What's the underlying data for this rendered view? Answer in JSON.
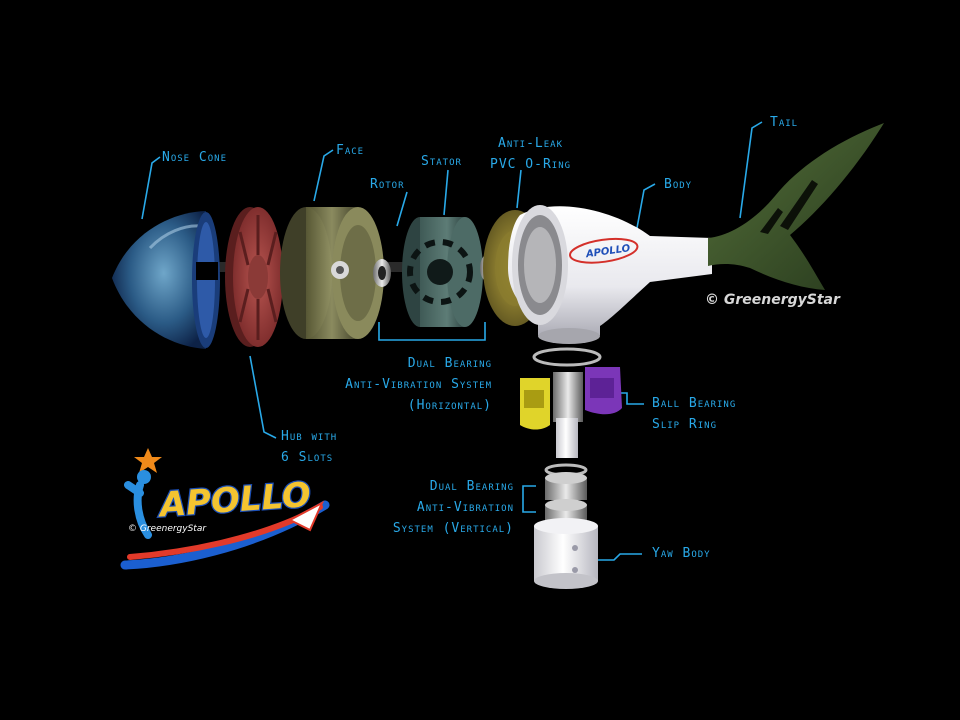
{
  "labels": {
    "nose_cone": "Nose Cone",
    "face": "Face",
    "rotor": "Rotor",
    "stator": "Stator",
    "anti_leak": [
      "Anti-Leak",
      "PVC O-Ring"
    ],
    "body": "Body",
    "tail": "Tail",
    "dual_bearing_horizontal": [
      "Dual Bearing",
      "Anti-Vibration System",
      "(Horizontal)"
    ],
    "hub": [
      "Hub with",
      "6 Slots"
    ],
    "ball_bearing": [
      "Ball Bearing",
      "Slip Ring"
    ],
    "dual_bearing_vertical": [
      "Dual Bearing",
      "Anti-Vibration",
      "System (Vertical)"
    ],
    "yaw_body": "Yaw Body"
  },
  "watermark": "© GreenergyStar",
  "logo": {
    "wordmark": "APOLLO",
    "tagline": "© GreenergyStar"
  },
  "body_badge": "APOLLO",
  "colors": {
    "label": "#29a9e8",
    "background": "#000000"
  }
}
